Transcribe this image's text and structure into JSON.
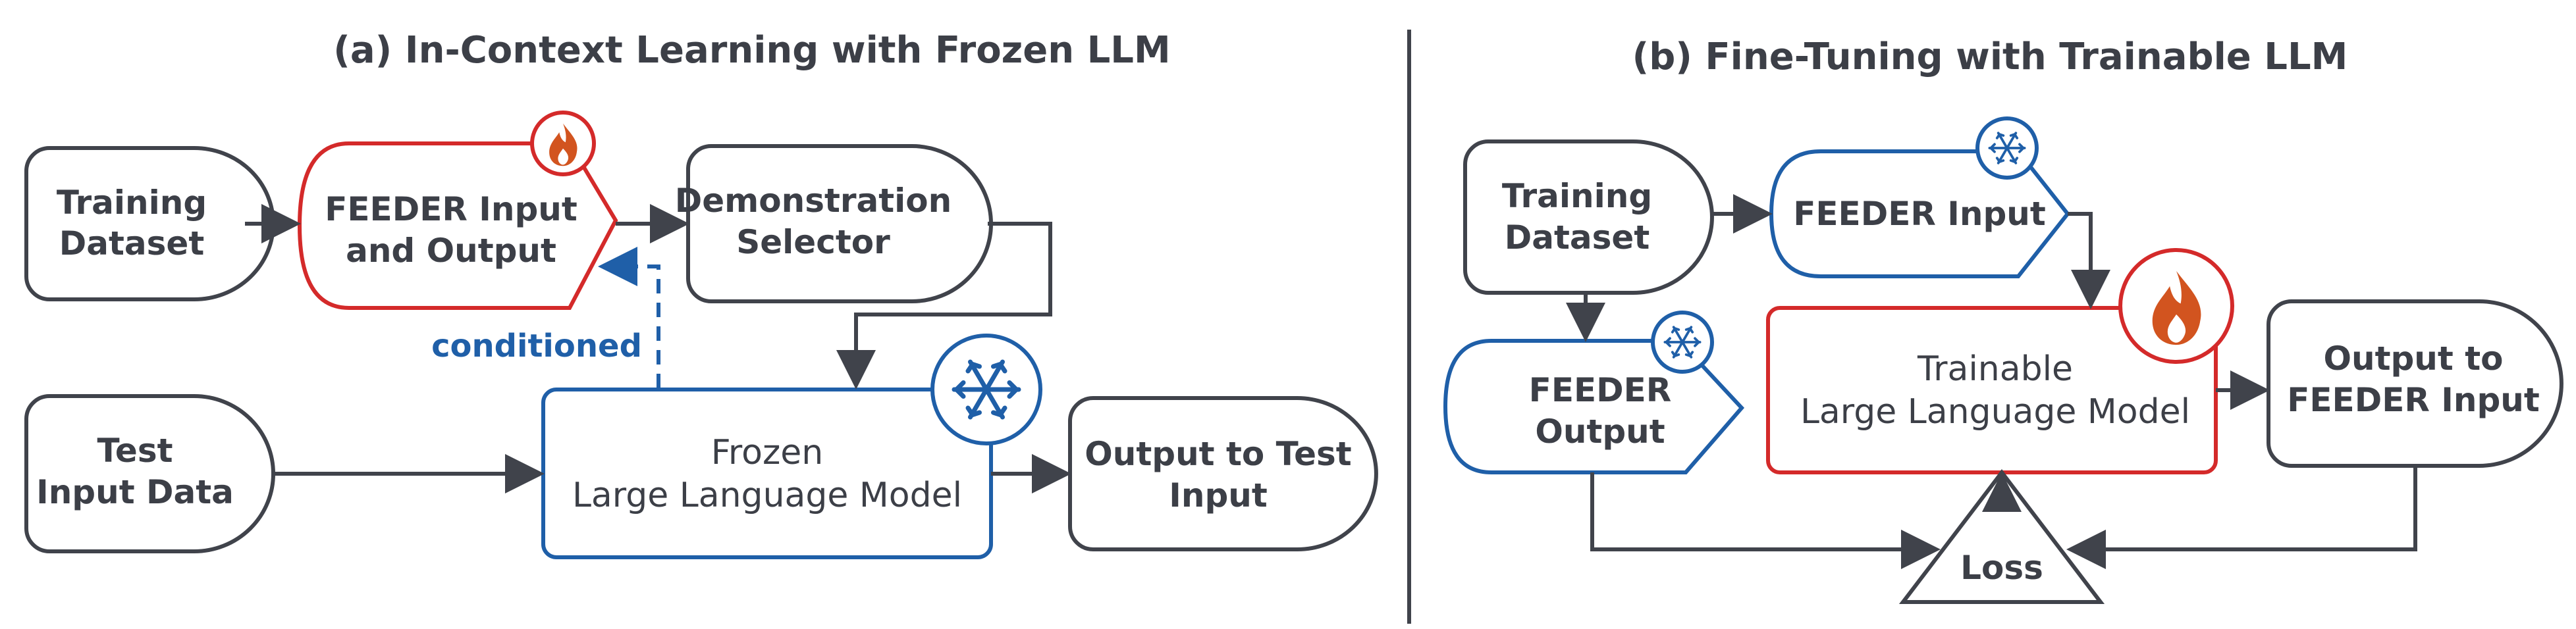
{
  "panel_a": {
    "title": "(a) In-Context Learning with Frozen LLM",
    "training_dataset": [
      "Training",
      "Dataset"
    ],
    "feeder_io": [
      "FEEDER Input",
      "and Output"
    ],
    "demo_selector": [
      "Demonstration",
      "Selector"
    ],
    "conditioned": "conditioned",
    "test_input": [
      "Test",
      "Input Data"
    ],
    "frozen_llm": [
      "Frozen",
      "Large Language Model"
    ],
    "output_test": [
      "Output to Test",
      "Input"
    ]
  },
  "panel_b": {
    "title": "(b) Fine-Tuning with Trainable LLM",
    "training_dataset": [
      "Training",
      "Dataset"
    ],
    "feeder_input": "FEEDER Input",
    "feeder_output": [
      "FEEDER",
      "Output"
    ],
    "trainable_llm": [
      "Trainable",
      "Large Language Model"
    ],
    "output_feeder": [
      "Output to",
      "FEEDER Input"
    ],
    "loss": "Loss"
  },
  "icons": {
    "frozen": "snowflake-icon",
    "trainable": "flame-icon"
  },
  "colors": {
    "dark": "#40434b",
    "red": "#d42a2a",
    "blue": "#1f5fa8",
    "flame": "#d2541f"
  }
}
